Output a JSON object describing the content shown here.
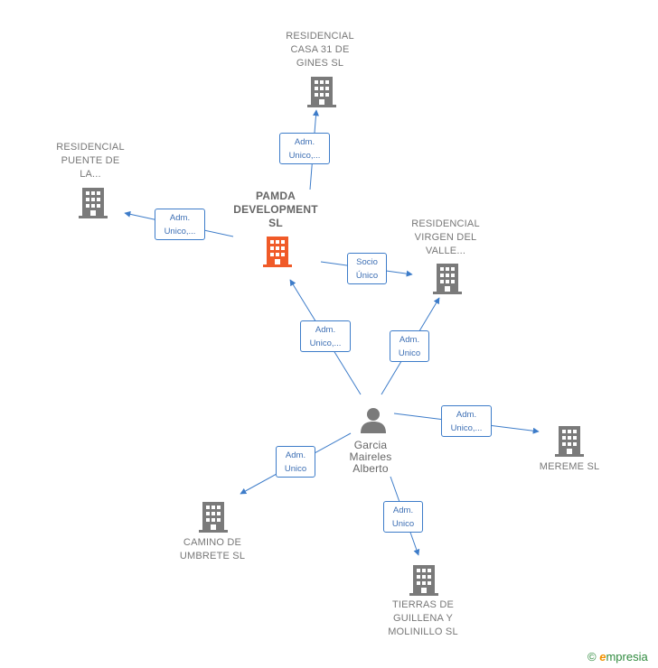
{
  "nodes": {
    "pamda": {
      "name_lines": [
        "PAMDA",
        "DEVELOPMENT",
        "SL"
      ],
      "color": "#f05a28"
    },
    "casa31": {
      "name_lines": [
        "RESIDENCIAL",
        "CASA 31 DE",
        "GINES  SL"
      ]
    },
    "puente": {
      "name_lines": [
        "RESIDENCIAL",
        "PUENTE DE",
        "LA..."
      ]
    },
    "virgen": {
      "name_lines": [
        "RESIDENCIAL",
        "VIRGEN DEL",
        "VALLE..."
      ]
    },
    "mereme": {
      "name_lines": [
        "MEREME SL"
      ]
    },
    "camino": {
      "name_lines": [
        "CAMINO DE",
        "UMBRETE  SL"
      ]
    },
    "tierras": {
      "name_lines": [
        "TIERRAS DE",
        "GUILLENA Y",
        "MOLINILLO SL"
      ]
    },
    "garcia": {
      "name_lines": [
        "Garcia",
        "Maireles",
        "Alberto"
      ]
    }
  },
  "edges": [
    {
      "from": "pamda",
      "to": "casa31",
      "label_lines": [
        "Adm.",
        "Unico,..."
      ]
    },
    {
      "from": "pamda",
      "to": "puente",
      "label_lines": [
        "Adm.",
        "Unico,..."
      ]
    },
    {
      "from": "pamda",
      "to": "virgen",
      "label_lines": [
        "Socio",
        "Único"
      ]
    },
    {
      "from": "garcia",
      "to": "pamda",
      "label_lines": [
        "Adm.",
        "Unico,..."
      ]
    },
    {
      "from": "garcia",
      "to": "virgen",
      "label_lines": [
        "Adm.",
        "Unico"
      ]
    },
    {
      "from": "garcia",
      "to": "mereme",
      "label_lines": [
        "Adm.",
        "Unico,..."
      ]
    },
    {
      "from": "garcia",
      "to": "camino",
      "label_lines": [
        "Adm.",
        "Unico"
      ]
    },
    {
      "from": "garcia",
      "to": "tierras",
      "label_lines": [
        "Adm.",
        "Unico"
      ]
    }
  ],
  "colors": {
    "edge": "#3d7cc9",
    "building": "#7a7a7a",
    "main_building": "#f05a28",
    "person": "#7a7a7a"
  },
  "footer": {
    "copyright": "©",
    "brand_first": "e",
    "brand_rest": "mpresia"
  }
}
